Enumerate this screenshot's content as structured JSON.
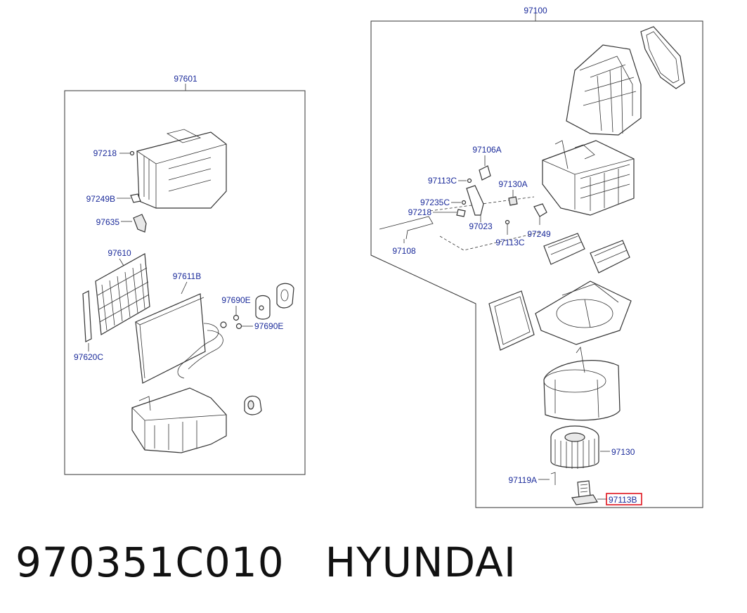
{
  "footer": {
    "part_number": "970351C010",
    "brand": "HYUNDAI"
  },
  "diagram": {
    "left_group": {
      "label": "97601",
      "callouts": [
        "97218",
        "97249B",
        "97635",
        "97610",
        "97611B",
        "97690E",
        "97690E",
        "97620C"
      ]
    },
    "right_group": {
      "label": "97100",
      "callouts": [
        "97106A",
        "97113C",
        "97130A",
        "97235C",
        "97218",
        "97023",
        "97249",
        "97113C",
        "97108",
        "97130",
        "97119A",
        "97113B"
      ],
      "highlighted": "97113B",
      "highlight_color": "#e0141e"
    },
    "label_color": "#1a2a9a"
  }
}
